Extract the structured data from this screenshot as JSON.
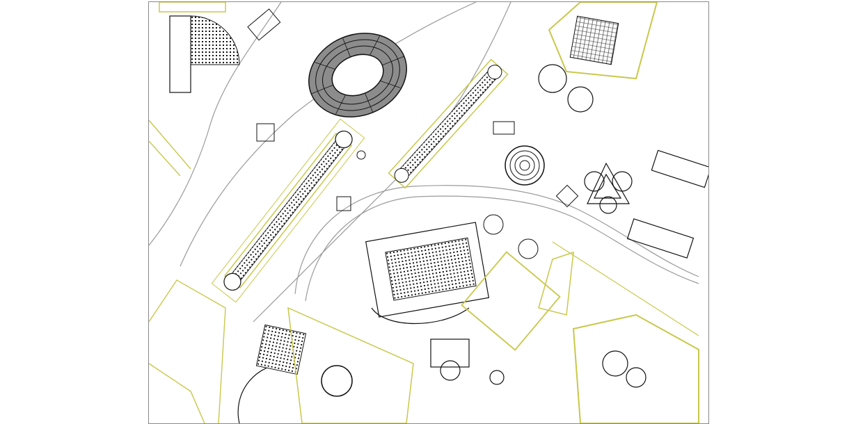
{
  "map": {
    "kind": "architectural site plan",
    "labels": [],
    "colors": {
      "background": "#ffffff",
      "linework": "#111111",
      "road": "#9a9a9a",
      "highlight": "#c8c84a",
      "fill_dark": "#8c8c8c",
      "frame": "#8a8a8a"
    },
    "features": [
      "amphitheatre-oval",
      "long-colonnaded-building",
      "diagonal-arcade",
      "round-temple",
      "triangular-pavilion",
      "river-road",
      "central-complex",
      "theatre-crescent",
      "domed-pavilion",
      "enclosure-courtyard"
    ]
  }
}
